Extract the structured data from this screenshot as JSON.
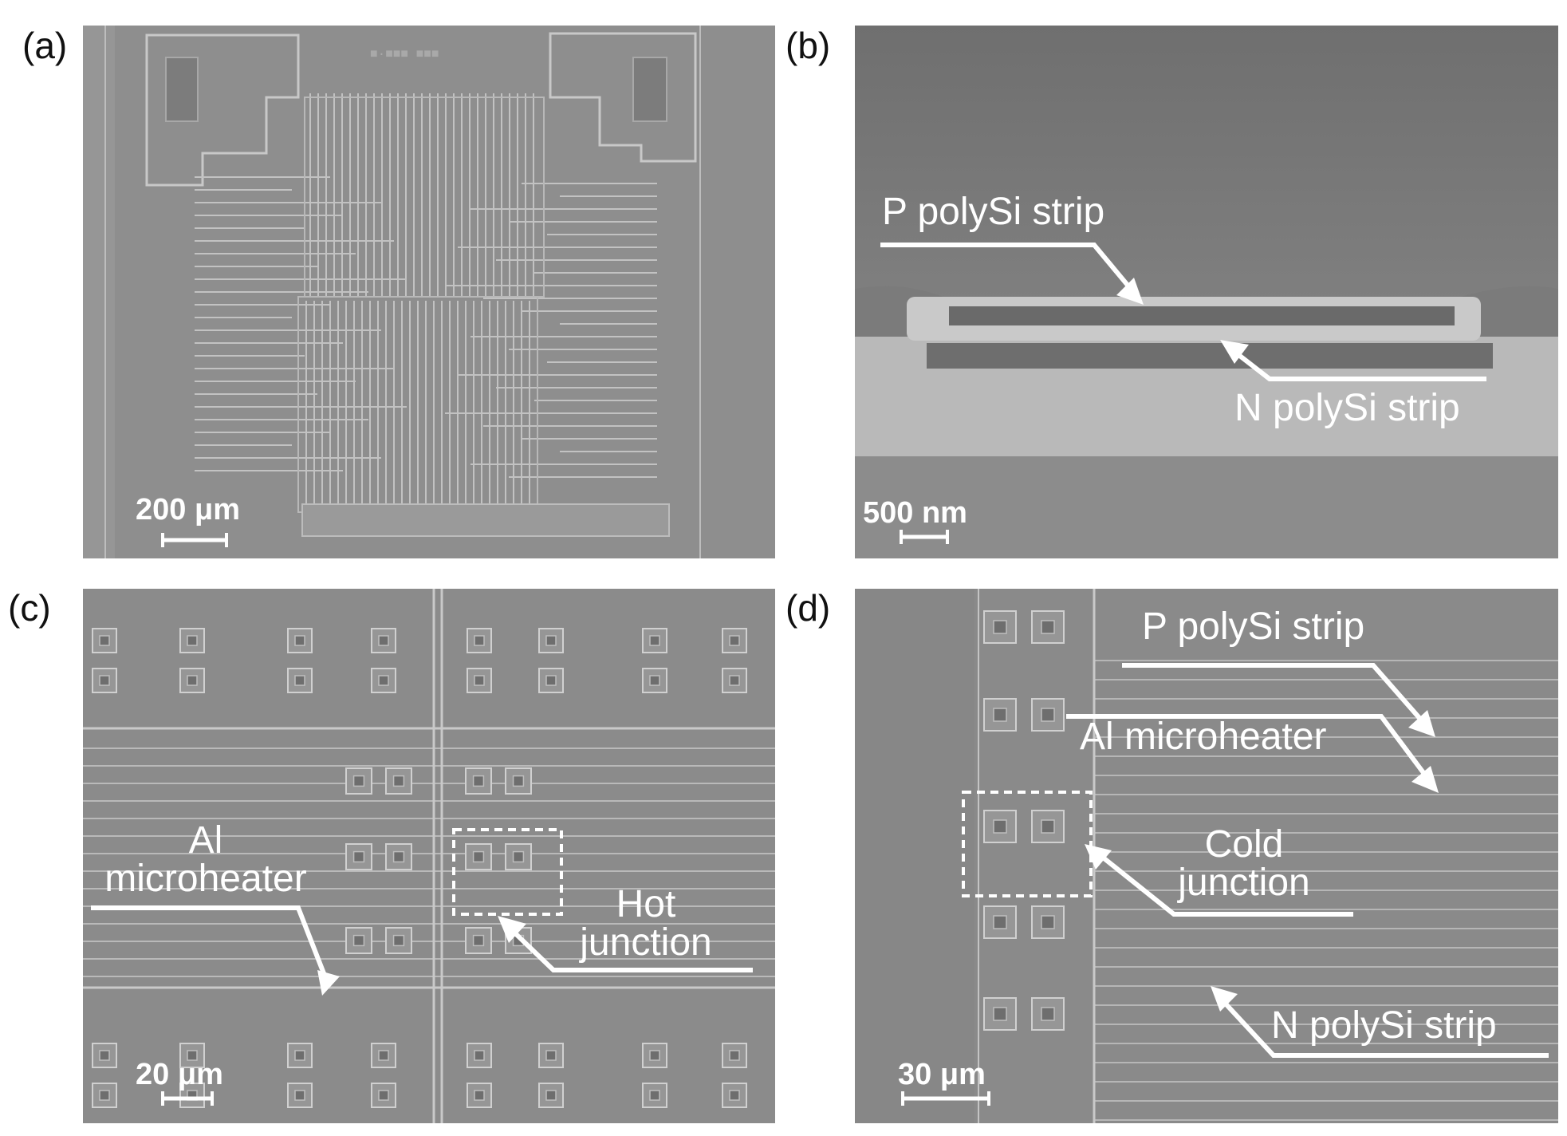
{
  "panels": {
    "a": {
      "letter": "(a)",
      "scale": "200 μm"
    },
    "b": {
      "letter": "(b)",
      "scale": "500 nm",
      "label_p": "P polySi strip",
      "label_n": "N polySi strip"
    },
    "c": {
      "letter": "(c)",
      "scale": "20 μm",
      "label_al": [
        "Al",
        "microheater"
      ],
      "label_hot": [
        "Hot",
        "junction"
      ]
    },
    "d": {
      "letter": "(d)",
      "scale": "30 μm",
      "label_p": "P polySi strip",
      "label_al": "Al microheater",
      "label_cold": [
        "Cold",
        "junction"
      ],
      "label_n": "N polySi strip"
    }
  }
}
